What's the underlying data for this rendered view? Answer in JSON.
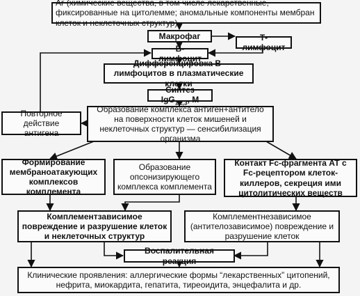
{
  "diagram": {
    "nodes": {
      "antigen": "Аг (химические вещества, в том числе лекарственные, фиксированные на цитолемме; аномальные компоненты мембран клеток и неклеточных структур)",
      "macrophage": "Макрофаг",
      "t_lymphocyte": "Т-лимфоцит",
      "b_lymphocyte": "В-лимфоцит",
      "differentiation": "Дифференцировка В-лимфоцитов в плазматические клетки",
      "synthesis_prefix": "Синтез IgG",
      "synthesis_subscript": "1,2,3",
      "synthesis_suffix": ", M",
      "repeated_action": "Повторное действие антигена",
      "complex_formation": "Образование комплекса антиген+антитело на поверхности клеток мишеней и неклеточных структур — сенсибилизация организма",
      "membrane_attack": "Формирование мембраноатакующих комплексов комплемента",
      "opsonizing": "Образование опсонизирующего комплекса комплемента",
      "fc_contact": "Контакт Fc-фрагмента АТ с Fc-рецептором клеток-киллеров, секреция ими цитолитических веществ",
      "complement_dependent": "Комплементзависимое повреждение и разрушение клеток и неклеточных структур",
      "complement_independent": "Комплементнезависимое (антителозависимое) повреждение и разрушение клеток",
      "inflammation": "Воспалительная реакция",
      "clinical": "Клинические проявления: аллергические формы “лекарственных” цитопений, нефрита, миокардита, гепатита, тиреоидита, энцефалита и др."
    }
  }
}
